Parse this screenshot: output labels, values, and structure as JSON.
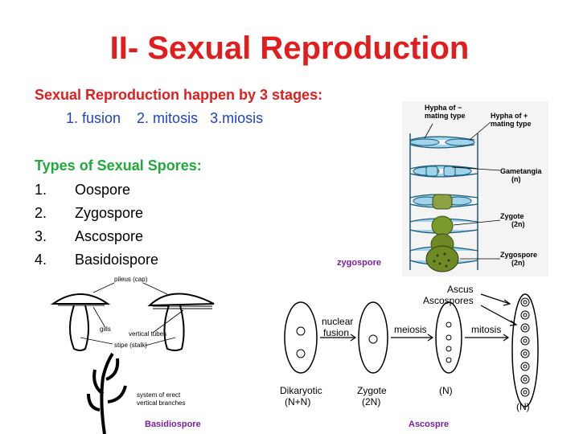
{
  "title": "II- Sexual Reproduction",
  "stages": {
    "heading": "Sexual Reproduction happen by 3 stages:",
    "list": "1. fusion    2. mitosis   3.miosis"
  },
  "spores": {
    "heading": "Types of Sexual Spores:",
    "items": [
      {
        "num": "1.",
        "label": "Oospore"
      },
      {
        "num": "2.",
        "label": "Zygospore"
      },
      {
        "num": "3.",
        "label": "Ascospore"
      },
      {
        "num": "4.",
        "label": "Basidoispore"
      }
    ]
  },
  "zygo_figure": {
    "caption": "zygospore",
    "labels": {
      "hypha_minus": [
        "Hypha of −",
        "mating type"
      ],
      "hypha_plus": [
        "Hypha of +",
        "mating type"
      ],
      "gametangia": [
        "Gametangia",
        "(n)"
      ],
      "zygote": [
        "Zygote",
        "(2n)"
      ],
      "zygospore": [
        "Zygospore",
        "(2n)"
      ]
    }
  },
  "basidio_figure": {
    "caption": "Basidiospore",
    "labels": {
      "pileus": "pileus (cap)",
      "gills": "gills",
      "vertical_tubes": "vertical tubes",
      "stipe": "stipe (stalk)",
      "system": [
        "system of erect",
        "vertical branches"
      ]
    }
  },
  "asco_figure": {
    "caption": "Ascospre",
    "labels": {
      "ascus": "Ascus",
      "ascospores": "Ascospores",
      "nuclear_fusion": [
        "nuclear",
        "fusion"
      ],
      "meiosis": "meiosis",
      "mitosis": "mitosis",
      "dikaryotic": [
        "Dikaryotic",
        "(N+N)"
      ],
      "zygote": [
        "Zygote",
        "(2N)"
      ],
      "n1": "(N)",
      "n2": "(N)"
    }
  }
}
